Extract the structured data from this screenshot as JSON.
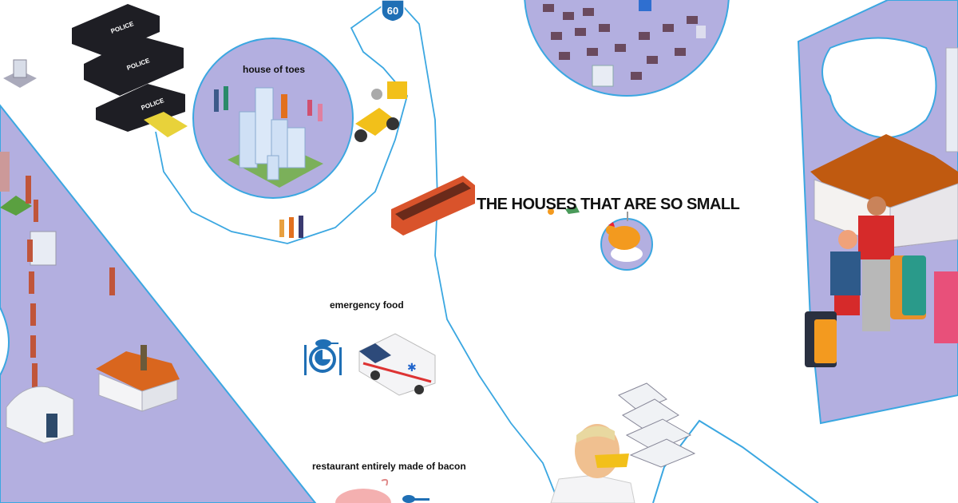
{
  "colors": {
    "region_fill": "#b3afe0",
    "outline": "#3ba7e1",
    "route": "#3ba7e1",
    "bus": "#d9532b",
    "police": "#1e1e24",
    "roof": "#d9661e"
  },
  "labels": {
    "house_of_toes": "house of toes",
    "houses_small": "THE HOUSES THAT ARE SO SMALL",
    "emergency_food": "emergency food",
    "bacon_restaurant": "restaurant entirely made of bacon"
  },
  "road_sign": {
    "number": "60"
  },
  "police_car_text": "POLICE",
  "icons": [
    "police-car-icon",
    "city-block-icon",
    "people-icon",
    "scooter-delivery-icon",
    "bus-icon",
    "chicken-icon",
    "plate-cutlery-icon",
    "ambulance-icon",
    "house-icon",
    "hangar-icon",
    "tower-icon",
    "firefighter-icon",
    "yachts-icon",
    "scientist-icon",
    "tourist-family-icon",
    "pig-icon"
  ]
}
